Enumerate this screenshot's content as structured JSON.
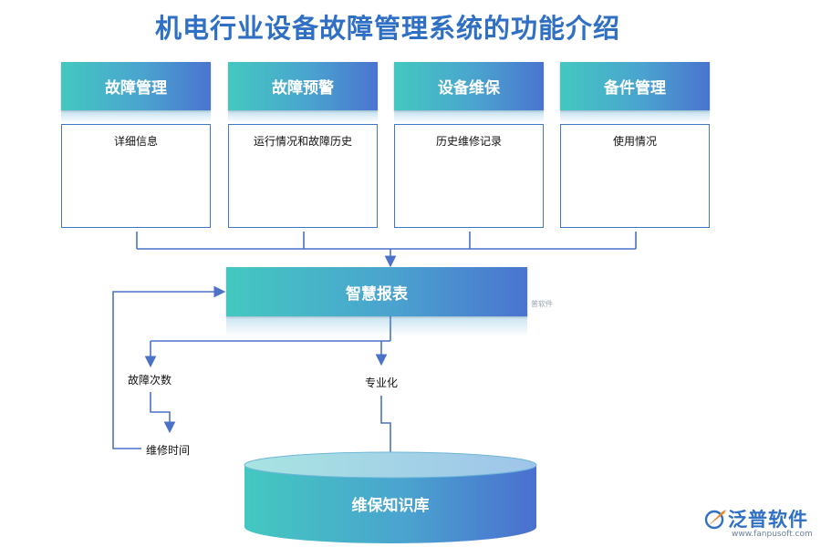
{
  "title": "机电行业设备故障管理系统的功能介绍",
  "modules": [
    {
      "name": "故障管理",
      "detail": "详细信息"
    },
    {
      "name": "故障预警",
      "detail": "运行情况和故障历史"
    },
    {
      "name": "设备维保",
      "detail": "历史维修记录"
    },
    {
      "name": "备件管理",
      "detail": "使用情况"
    }
  ],
  "hub": {
    "name": "智慧报表"
  },
  "outputs": {
    "fault_count": "故障次数",
    "repair_time": "维修时间",
    "specialization": "专业化"
  },
  "database": {
    "name": "维保知识库"
  },
  "watermark": {
    "text": "普软件"
  },
  "logo": {
    "brand": "泛普软件",
    "url": "www.fanpusoft.com"
  },
  "colors": {
    "accent": "#2f6fc4",
    "connector": "#4a72c8",
    "box_border": "#3f78c8"
  }
}
